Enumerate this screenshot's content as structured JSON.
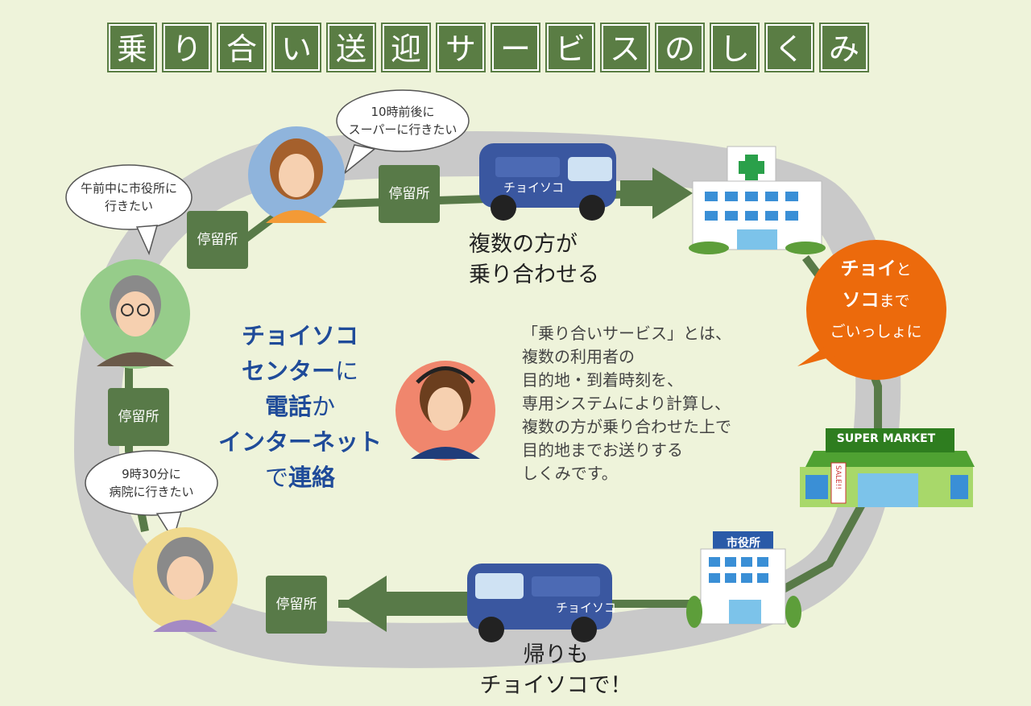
{
  "title_chars": [
    "乗",
    "り",
    "合",
    "い",
    "送",
    "迎",
    "サ",
    "ー",
    "ビ",
    "ス",
    "の",
    "し",
    "く",
    "み"
  ],
  "stops": [
    "停留所",
    "停留所",
    "停留所",
    "停留所"
  ],
  "bubbles": {
    "b1": [
      "10時前後に",
      "スーパーに行きたい"
    ],
    "b2": [
      "午前中に市役所に",
      "行きたい"
    ],
    "b3": [
      "9時30分に",
      "病院に行きたい"
    ]
  },
  "carpool_text": [
    "複数の方が",
    "乗り合わせる"
  ],
  "return_text": [
    "帰りも",
    "チョイソコで！"
  ],
  "center": {
    "line1": "チョイソコ",
    "line2a": "センター",
    "line2b": "に",
    "line3a": "電話",
    "line3b": "か",
    "line4": "インターネット",
    "line5a": "で",
    "line5b": "連絡"
  },
  "description": [
    "「乗り合いサービス」とは、",
    "複数の利用者の",
    "目的地・到着時刻を、",
    "専用システムにより計算し、",
    "複数の方が乗り合わせた上で",
    "目的地までお送りする",
    "しくみです。"
  ],
  "orange_bubble": {
    "l1a": "チョイ",
    "l1b": "と",
    "l2a": "ソコ",
    "l2b": "まで",
    "l3": "ごいっしょに"
  },
  "supermarket_label": "SUPER MARKET",
  "sale_label": "SALE!!",
  "city_hall_label": "市役所",
  "van_label": "チョイソコ",
  "colors": {
    "background": "#eef3da",
    "road": "#c9c9c9",
    "title_green": "#5a7d44",
    "arrow_green": "#587a48",
    "center_blue": "#1f4b99",
    "orange": "#ec6a0c"
  }
}
